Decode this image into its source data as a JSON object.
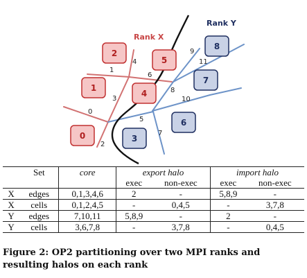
{
  "figure": {
    "rank_x_label": "Rank X",
    "rank_y_label": "Rank Y",
    "colors": {
      "rank_x": "#d27272",
      "rank_y": "#6d93c8",
      "boundary": "#111111"
    },
    "cells": [
      {
        "id": "0",
        "rank": "X"
      },
      {
        "id": "1",
        "rank": "X"
      },
      {
        "id": "2",
        "rank": "X"
      },
      {
        "id": "3",
        "rank": "Y"
      },
      {
        "id": "4",
        "rank": "X"
      },
      {
        "id": "5",
        "rank": "X"
      },
      {
        "id": "6",
        "rank": "Y"
      },
      {
        "id": "7",
        "rank": "Y"
      },
      {
        "id": "8",
        "rank": "Y"
      }
    ],
    "edge_labels": [
      "0",
      "1",
      "2",
      "3",
      "4",
      "5",
      "6",
      "7",
      "8",
      "9",
      "10",
      "11"
    ]
  },
  "table": {
    "headers": {
      "set": "Set",
      "core": "core",
      "export_halo": "export halo",
      "import_halo": "import halo",
      "exec": "exec",
      "non_exec": "non-exec"
    },
    "rows": [
      {
        "rank": "X",
        "set": "edges",
        "core": "0,1,3,4,6",
        "export_exec": "2",
        "export_nonexec": "-",
        "import_exec": "5,8,9",
        "import_nonexec": "-"
      },
      {
        "rank": "X",
        "set": "cells",
        "core": "0,1,2,4,5",
        "export_exec": "-",
        "export_nonexec": "0,4,5",
        "import_exec": "-",
        "import_nonexec": "3,7,8"
      },
      {
        "rank": "Y",
        "set": "edges",
        "core": "7,10,11",
        "export_exec": "5,8,9",
        "export_nonexec": "-",
        "import_exec": "2",
        "import_nonexec": "-"
      },
      {
        "rank": "Y",
        "set": "cells",
        "core": "3,6,7,8",
        "export_exec": "-",
        "export_nonexec": "3,7,8",
        "import_exec": "-",
        "import_nonexec": "0,4,5"
      }
    ]
  },
  "caption": {
    "line1": "Figure 2: OP2 partitioning over two MPI ranks and",
    "line2": "resulting halos on each rank"
  }
}
